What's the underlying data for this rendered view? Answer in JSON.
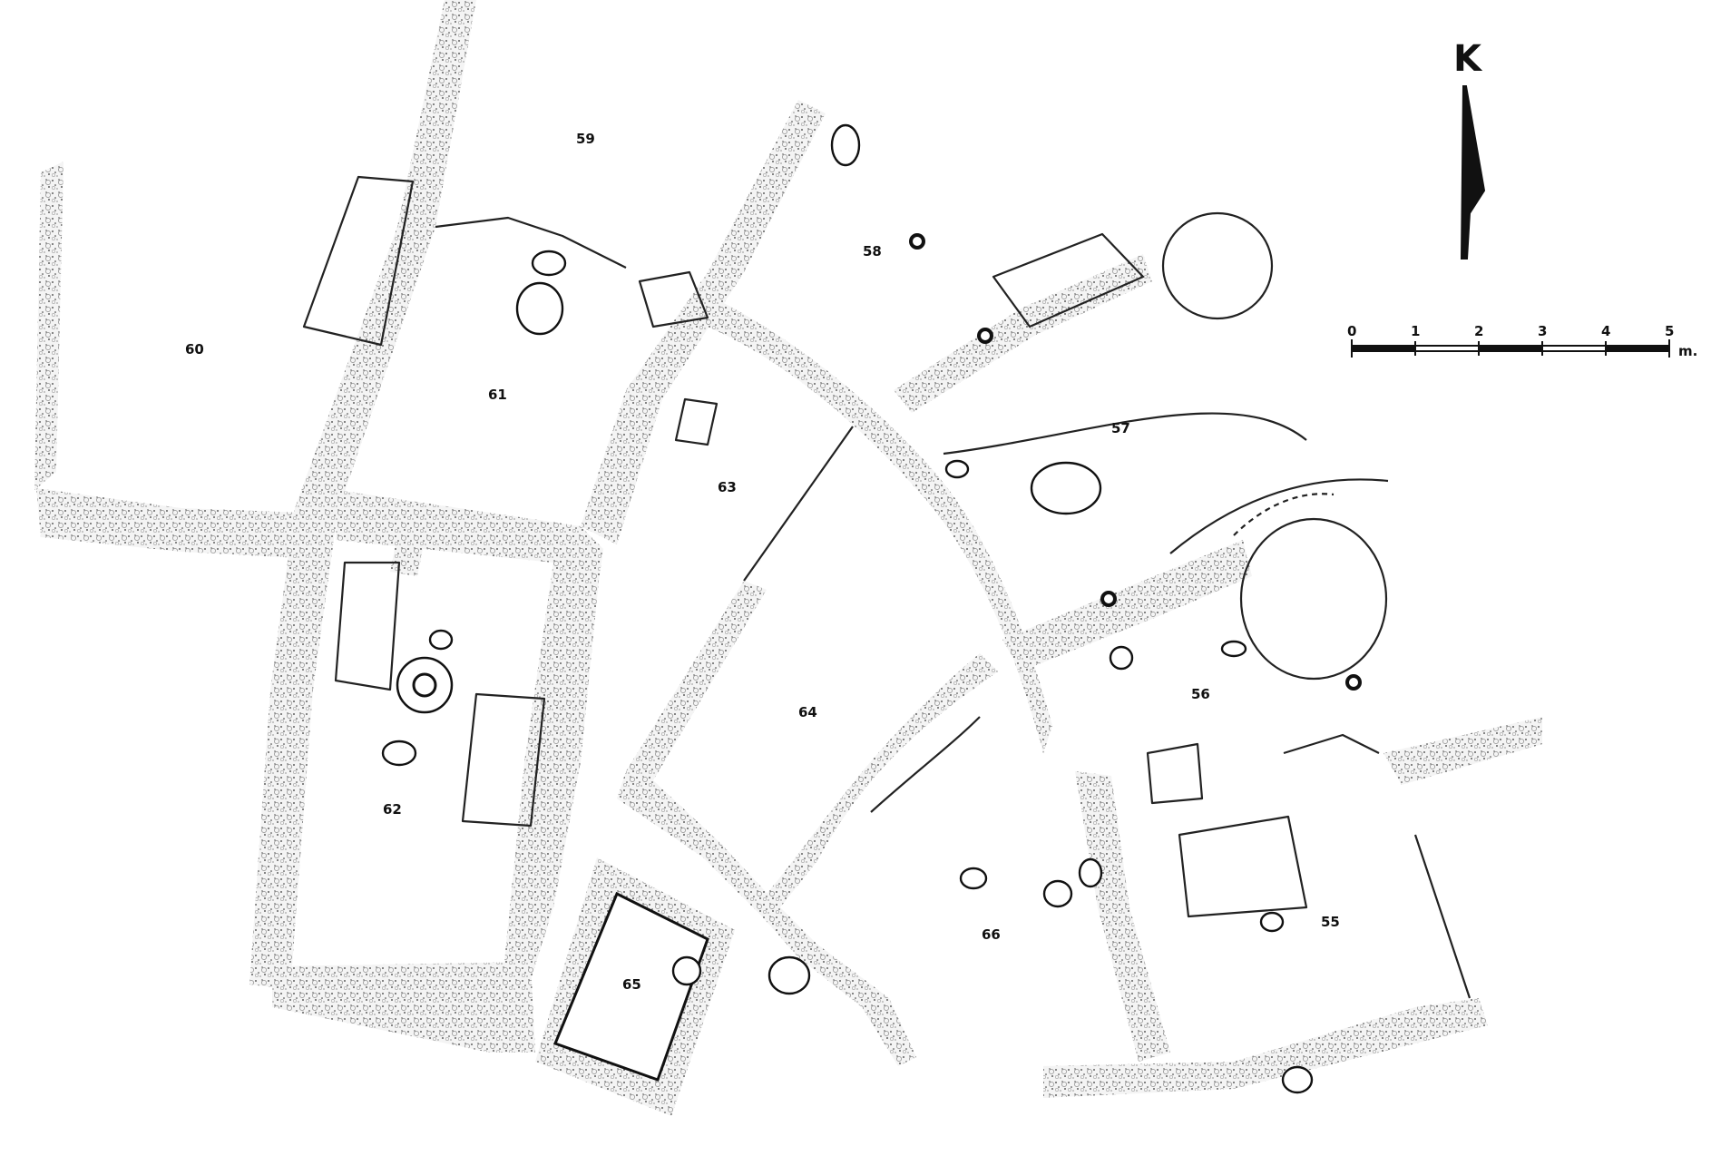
{
  "north_arrow": {
    "letter": "K"
  },
  "scale_bar": {
    "ticks": [
      "0",
      "1",
      "2",
      "3",
      "4",
      "5"
    ],
    "unit": "m."
  },
  "rooms": [
    {
      "id": "55",
      "label": "55"
    },
    {
      "id": "56",
      "label": "56"
    },
    {
      "id": "57",
      "label": "57"
    },
    {
      "id": "58",
      "label": "58"
    },
    {
      "id": "59",
      "label": "59"
    },
    {
      "id": "60",
      "label": "60"
    },
    {
      "id": "61",
      "label": "61"
    },
    {
      "id": "62",
      "label": "62"
    },
    {
      "id": "63",
      "label": "63"
    },
    {
      "id": "64",
      "label": "64"
    },
    {
      "id": "65",
      "label": "65"
    },
    {
      "id": "66",
      "label": "66"
    }
  ]
}
